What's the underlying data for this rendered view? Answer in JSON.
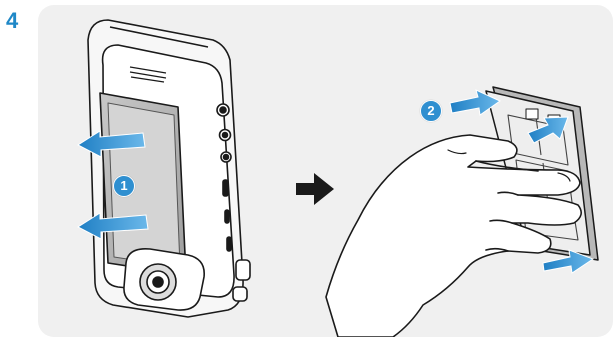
{
  "step": {
    "number": "4"
  },
  "callouts": [
    {
      "label": "1"
    },
    {
      "label": "2"
    }
  ],
  "icons": {
    "dashcam": "dashcam-illustration",
    "mount": "mount-bracket-illustration",
    "hand": "hand-illustration",
    "direction_arrow": "right-arrow-icon"
  },
  "colors": {
    "accent_blue": "#1f88c7",
    "arrow_blue": "#3a9ad9",
    "panel_background": "#f0f0f0",
    "line_art": "#1a1a1a"
  }
}
